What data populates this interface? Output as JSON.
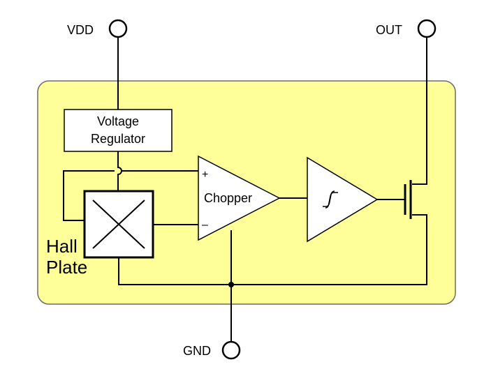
{
  "pins": {
    "vdd": "VDD",
    "out": "OUT",
    "gnd": "GND"
  },
  "blocks": {
    "voltage_regulator": {
      "line1": "Voltage",
      "line2": "Regulator"
    },
    "hall_plate": {
      "line1": "Hall",
      "line2": "Plate"
    },
    "chopper": {
      "label": "Chopper",
      "plus": "+",
      "minus": "–"
    }
  },
  "colors": {
    "chip_fill": "#FFFF99",
    "chip_border": "#6B6B6B",
    "wire": "#000000",
    "block_fill": "#FFFFFF"
  },
  "icons": {
    "schmitt_trigger": "hysteresis-symbol",
    "output_transistor": "mosfet-symbol",
    "hall_element": "cross-box-symbol"
  }
}
